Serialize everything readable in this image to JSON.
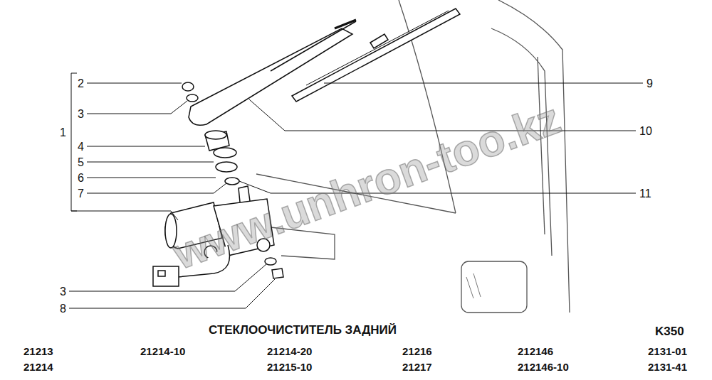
{
  "diagram": {
    "title": "СТЕКЛООЧИСТИТЕЛЬ ЗАДНИЙ",
    "labels": [
      "2",
      "3",
      "1",
      "4",
      "5",
      "6",
      "7",
      "3",
      "8",
      "9",
      "10",
      "11",
      "K350",
      "21213",
      "21214-10",
      "21214-20",
      "21216",
      "212146",
      "2131-01",
      "21214",
      "21215-10",
      "21217",
      "212146-10",
      "2131-41",
      "www.unhron-too.kz"
    ]
  }
}
